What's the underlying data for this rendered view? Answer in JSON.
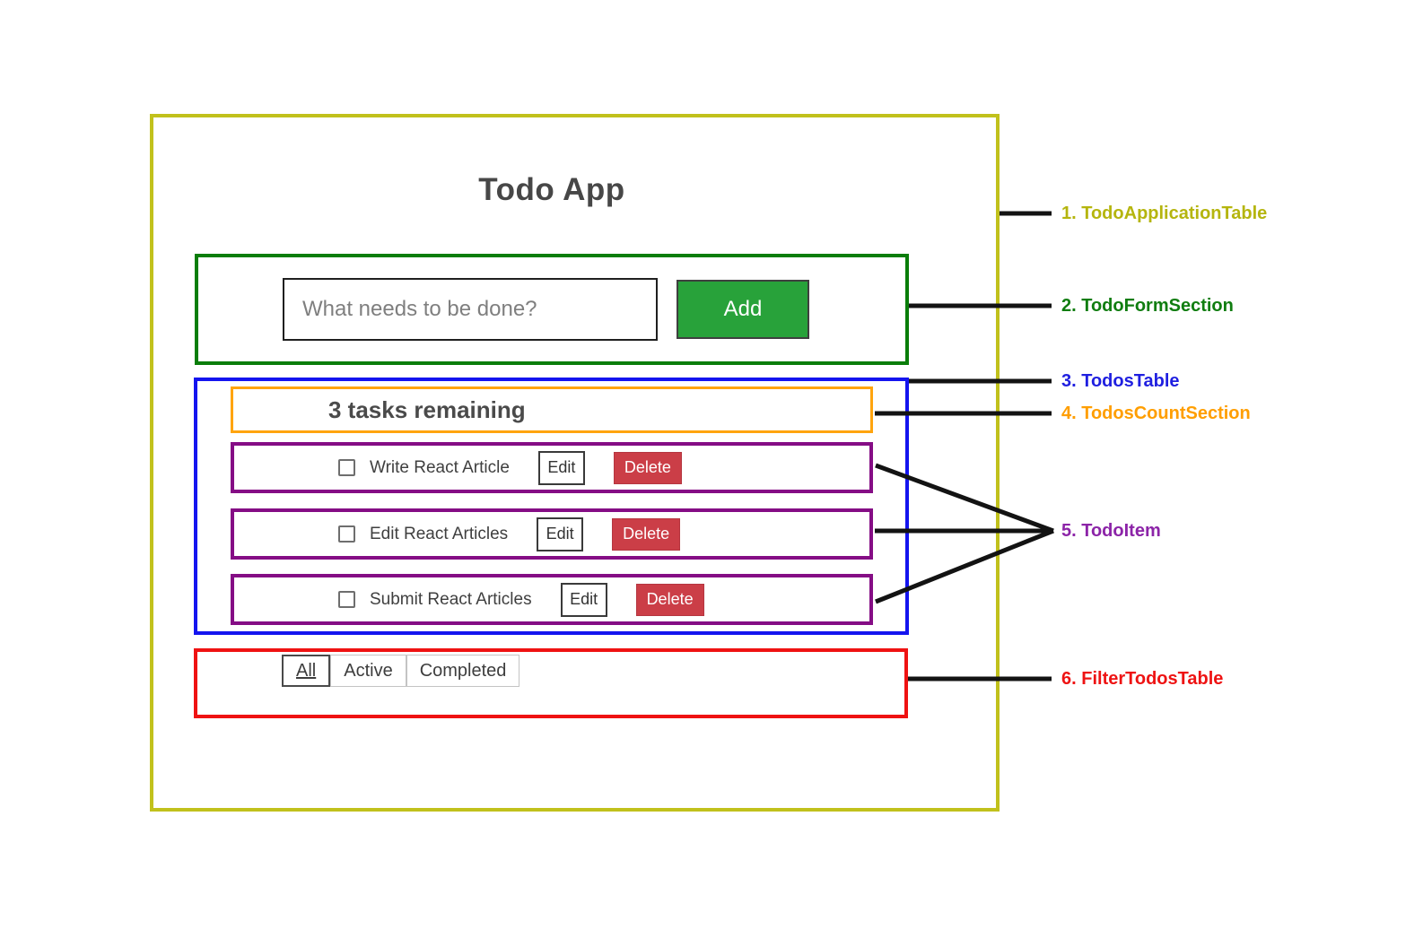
{
  "colors": {
    "application_border": "#c1c11c",
    "form_border": "#0a7d0a",
    "todos_border": "#1414ef",
    "count_border": "#ffa40e",
    "item_border": "#850d85",
    "filter_border": "#ef1212",
    "add_button": "#28a23a",
    "delete_button": "#cb3e47",
    "connector": "#131313"
  },
  "app": {
    "title": "Todo App",
    "form": {
      "input_placeholder": "What needs to be done?",
      "add_label": "Add"
    },
    "count_text": "3 tasks remaining",
    "todos": [
      {
        "label": "Write React Article",
        "edit_label": "Edit",
        "delete_label": "Delete",
        "checked": false
      },
      {
        "label": "Edit React Articles",
        "edit_label": "Edit",
        "delete_label": "Delete",
        "checked": false
      },
      {
        "label": "Submit React Articles",
        "edit_label": "Edit",
        "delete_label": "Delete",
        "checked": false
      }
    ],
    "filters": [
      {
        "label": "All",
        "selected": true
      },
      {
        "label": "Active",
        "selected": false
      },
      {
        "label": "Completed",
        "selected": false
      }
    ]
  },
  "annotations": [
    {
      "label": "1. TodoApplicationTable",
      "color": "#b5b50e"
    },
    {
      "label": "2. TodoFormSection",
      "color": "#107d10"
    },
    {
      "label": "3. TodosTable",
      "color": "#1f1fe0"
    },
    {
      "label": "4. TodosCountSection",
      "color": "#ff9e00"
    },
    {
      "label": "5. TodoItem",
      "color": "#8c24a8"
    },
    {
      "label": "6. FilterTodosTable",
      "color": "#ee1313"
    }
  ]
}
